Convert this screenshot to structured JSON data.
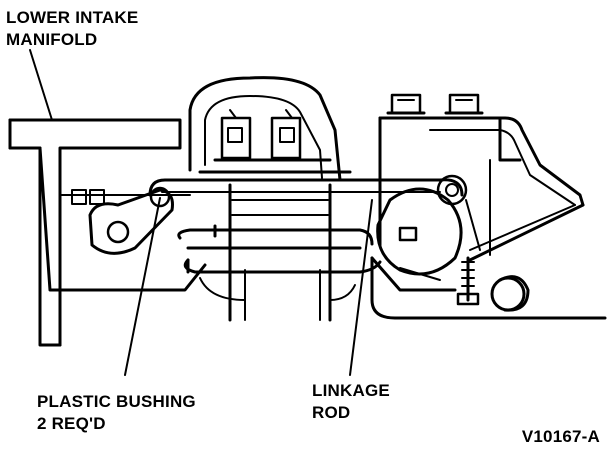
{
  "labels": {
    "lower_intake_line1": "LOWER INTAKE",
    "lower_intake_line2": "MANIFOLD",
    "plastic_bushing_line1": "PLASTIC BUSHING",
    "plastic_bushing_line2": "2 REQ'D",
    "linkage_rod_line1": "LINKAGE",
    "linkage_rod_line2": "ROD"
  },
  "figure_ref": "V10167-A",
  "colors": {
    "ink": "#000000",
    "paper": "#ffffff"
  }
}
